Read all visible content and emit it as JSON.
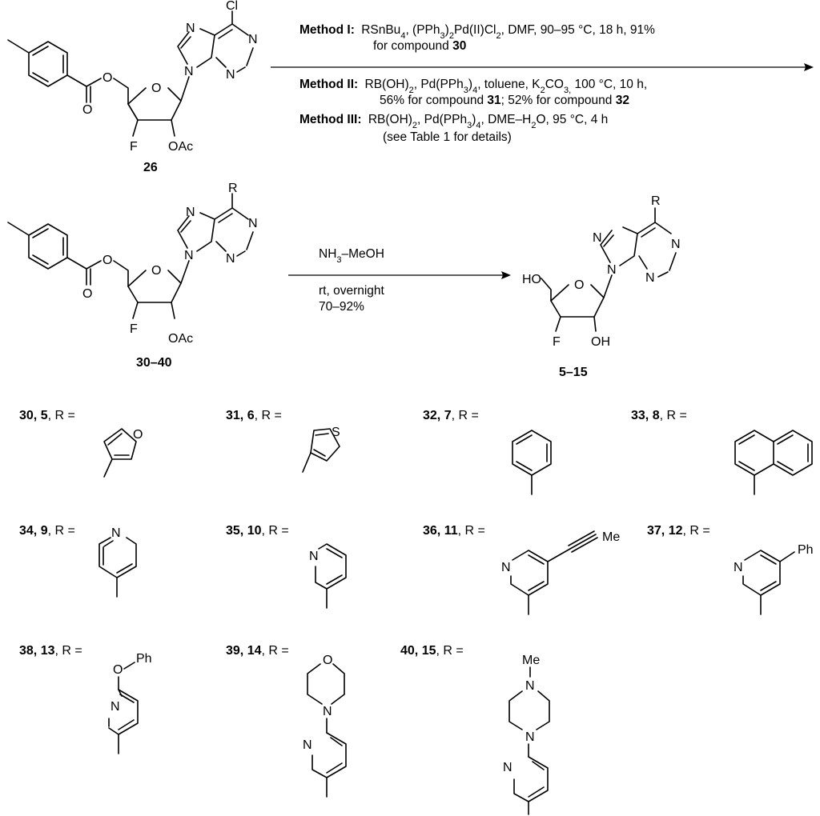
{
  "top_conditions": {
    "m1_label": "Method I:",
    "m1_text_a": "RSnBu",
    "m1_sub_a": "4",
    "m1_text_b": ", (PPh",
    "m1_sub_b": "3",
    "m1_text_c": ")",
    "m1_sub_c": "2",
    "m1_text_d": "Pd(II)Cl",
    "m1_sub_d": "2",
    "m1_text_e": ", DMF, 90–95 °C, 18 h, 91%",
    "m1_line2": "for compound ",
    "m1_line2_bold": "30",
    "m2_label": "Method II:",
    "m2_text_a": "RB(OH)",
    "m2_sub_a": "2",
    "m2_text_b": ", Pd(PPh",
    "m2_sub_b": "3",
    "m2_text_c": ")",
    "m2_sub_c": "4",
    "m2_text_d": ", toluene, K",
    "m2_sub_d": "2",
    "m2_text_e": "CO",
    "m2_sub_e": "3,",
    "m2_text_f": " 100 °C, 10 h,",
    "m2_line2_a": "56% for compound ",
    "m2_line2_b": "31",
    "m2_line2_c": "; 52% for compound ",
    "m2_line2_d": "32",
    "m3_label": "Method III:",
    "m3_text_a": "RB(OH)",
    "m3_sub_a": "2",
    "m3_text_b": ", Pd(PPh",
    "m3_sub_b": "3",
    "m3_text_c": ")",
    "m3_sub_c": "4",
    "m3_text_d": ", DME–H",
    "m3_sub_d": "2",
    "m3_text_e": "O, 95 °C, 4 h",
    "m3_line2": "(see Table 1 for details)"
  },
  "second_conditions": {
    "above_a": "NH",
    "above_sub": "3",
    "above_b": "–MeOH",
    "below_1": "rt, overnight",
    "below_2": "70–92%"
  },
  "compounds": {
    "c26": "26",
    "c30_40": "30–40",
    "c5_15": "5–15"
  },
  "atoms": {
    "Cl": "Cl",
    "N": "N",
    "O": "O",
    "F": "F",
    "OAc": "OAc",
    "OH": "OH",
    "HO": "HO",
    "R": "R",
    "S": "S",
    "Me": "Me",
    "Ph": "Ph"
  },
  "r_labels": [
    {
      "bold": "30, 5",
      "rest": ", R ="
    },
    {
      "bold": "31, 6",
      "rest": ", R ="
    },
    {
      "bold": "32, 7",
      "rest": ", R ="
    },
    {
      "bold": "33, 8",
      "rest": ", R ="
    },
    {
      "bold": "34, 9",
      "rest": ", R ="
    },
    {
      "bold": "35, 10",
      "rest": ", R ="
    },
    {
      "bold": "36, 11",
      "rest": ", R ="
    },
    {
      "bold": "37, 12",
      "rest": ", R ="
    },
    {
      "bold": "38, 13",
      "rest": ", R ="
    },
    {
      "bold": "39, 14",
      "rest": ", R ="
    },
    {
      "bold": "40, 15",
      "rest": ", R ="
    }
  ]
}
